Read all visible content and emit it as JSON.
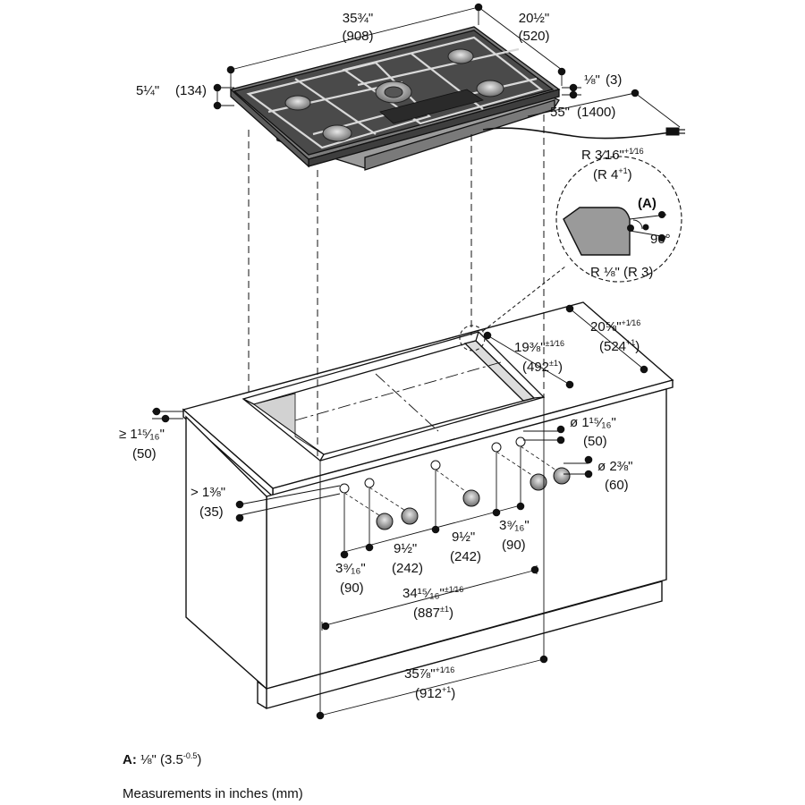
{
  "dims": {
    "cooktop_width": {
      "in": "35¾\"",
      "mm": "(908)"
    },
    "cooktop_depth": {
      "in": "20½\"",
      "mm": "(520)"
    },
    "cooktop_height": {
      "in": "5¼\"",
      "mm": "(134)"
    },
    "rim_thickness": {
      "in": "⅛\"",
      "mm": "(3)"
    },
    "cable_length": {
      "in": "55\"",
      "mm": "(1400)"
    },
    "cutout_depth_outer": {
      "in": "20⅝\"",
      "tol": "+1⁄16",
      "mm": "(524",
      "mm_tol": "+1",
      "mm_close": ")"
    },
    "cutout_depth_inner": {
      "in": "19⅜\"",
      "tol": "±1⁄16",
      "mm": "(492",
      "mm_tol": "±1",
      "mm_close": ")"
    },
    "front_edge_min": {
      "in": "≥ 1¹⁵⁄₁₆\"",
      "mm": "(50)"
    },
    "knob_hole_dia": {
      "in": "ø 1¹⁵⁄₁₆\"",
      "mm": "(50)"
    },
    "knob_hole_clear": {
      "in": "ø 2⅜\"",
      "mm": "(60)"
    },
    "knob_from_top": {
      "in": "> 1⅜\"",
      "mm": "(35)"
    },
    "knob_offset_left": {
      "in": "3⁹⁄₁₆\"",
      "mm": "(90)"
    },
    "knob_offset_right": {
      "in": "3⁹⁄₁₆\"",
      "mm": "(90)"
    },
    "knob_spacing_1": {
      "in": "9½\"",
      "mm": "(242)"
    },
    "knob_spacing_2": {
      "in": "9½\"",
      "mm": "(242)"
    },
    "knob_span": {
      "in": "34¹⁵⁄₁₆\"",
      "tol": "±1⁄16",
      "mm": "(887",
      "mm_tol": "±1",
      "mm_close": ")"
    },
    "cutout_width": {
      "in": "35⅞\"",
      "tol": "+1⁄16",
      "mm": "(912",
      "mm_tol": "+1",
      "mm_close": ")"
    }
  },
  "detail": {
    "radius_top": {
      "in": "R 3⁄16\"",
      "tol": "+1⁄16",
      "mm": "(R 4",
      "mm_tol": "+1",
      "mm_close": ")"
    },
    "marker": "(A)",
    "angle": "90°",
    "radius_bottom": "R ⅛\" (R 3)"
  },
  "note_a": {
    "label": "A:",
    "value": "⅛\" (3.5",
    "tol": "-0.5",
    "close": ")"
  },
  "footer": "Measurements in inches (mm)"
}
